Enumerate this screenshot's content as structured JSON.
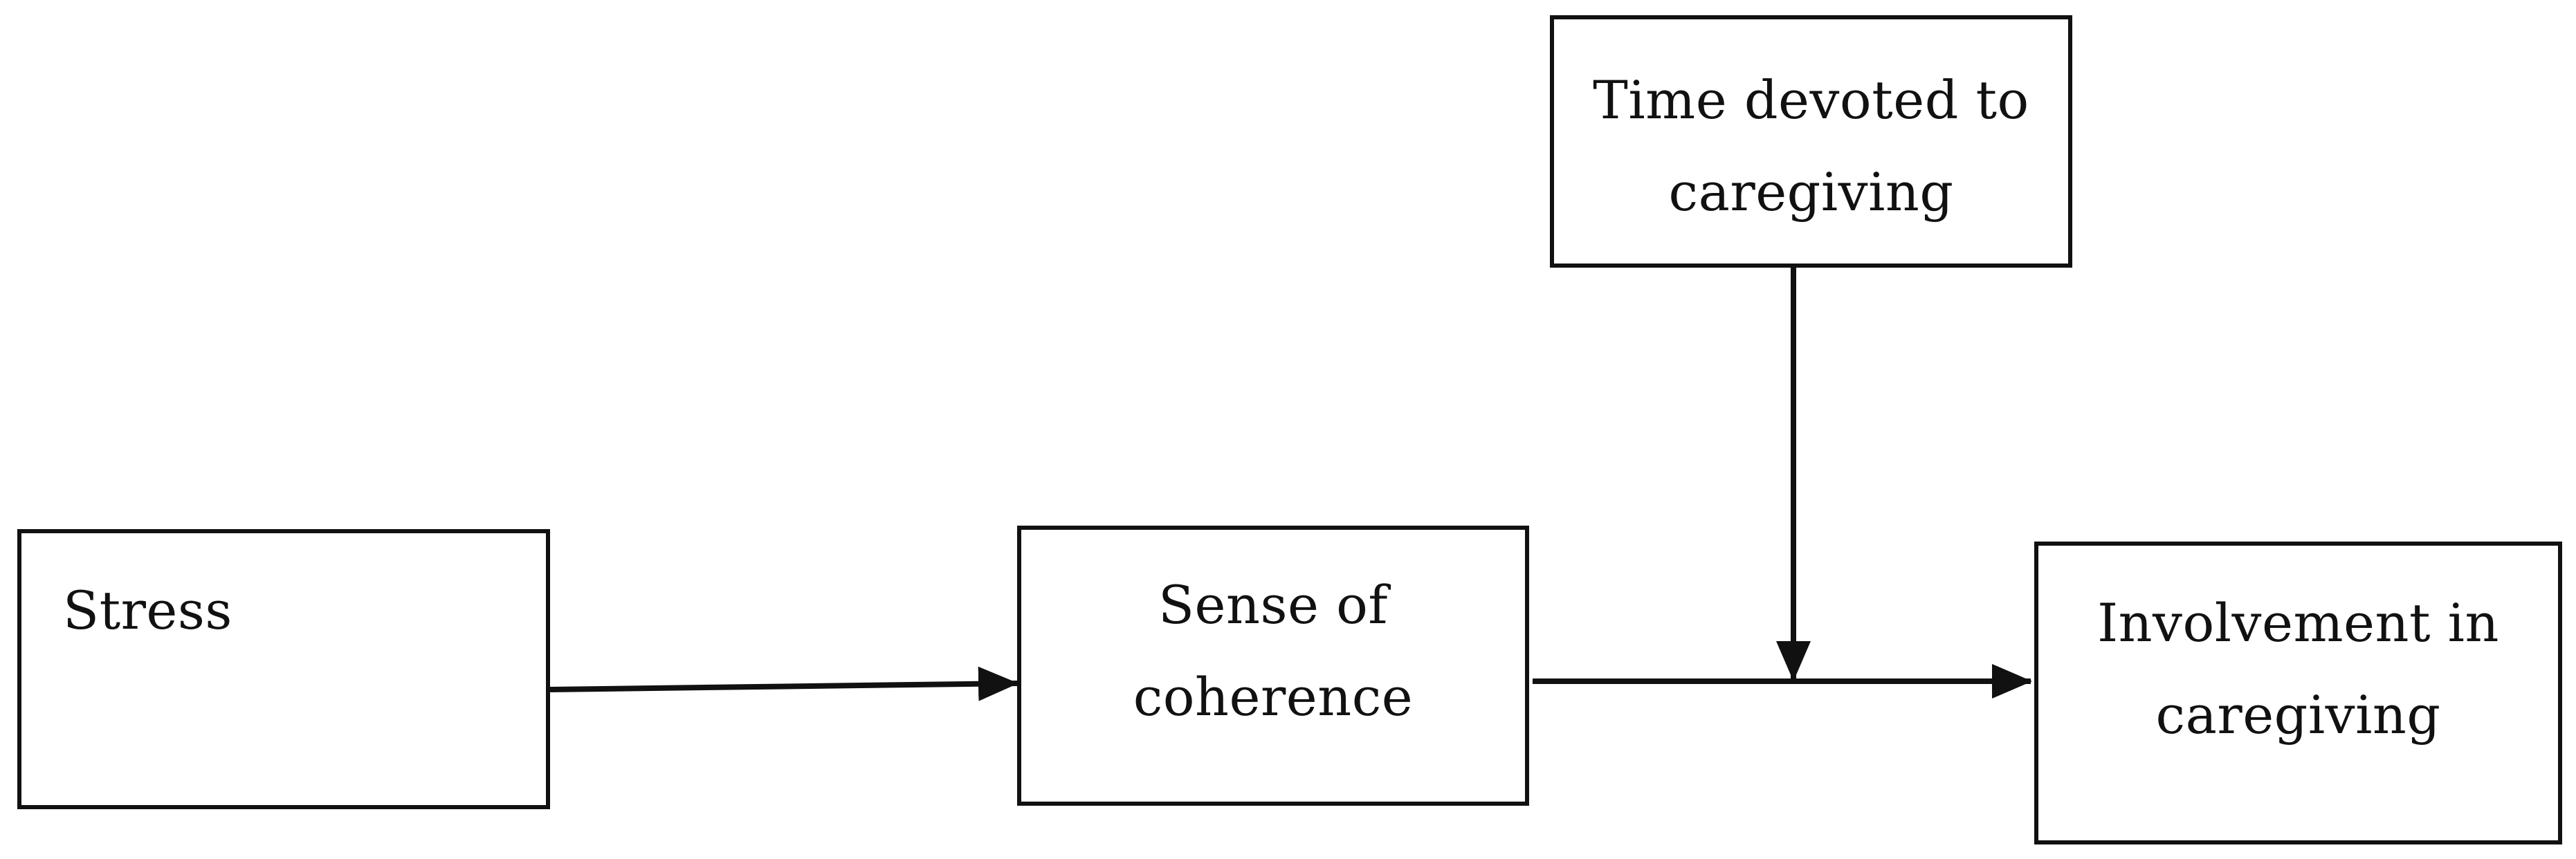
{
  "diagram": {
    "nodes": {
      "stress": {
        "label": "Stress"
      },
      "sense_of_coherence": {
        "label": "Sense of coherence"
      },
      "time_devoted": {
        "label": "Time devoted to caregiving"
      },
      "involvement": {
        "label": "Involvement in caregiving"
      }
    },
    "edges": [
      {
        "from": "stress",
        "to": "sense_of_coherence"
      },
      {
        "from": "sense_of_coherence",
        "to": "involvement"
      },
      {
        "from": "time_devoted",
        "to": "edge:sense_of_coherence->involvement",
        "type": "moderation"
      }
    ],
    "line_color": "#111111"
  }
}
